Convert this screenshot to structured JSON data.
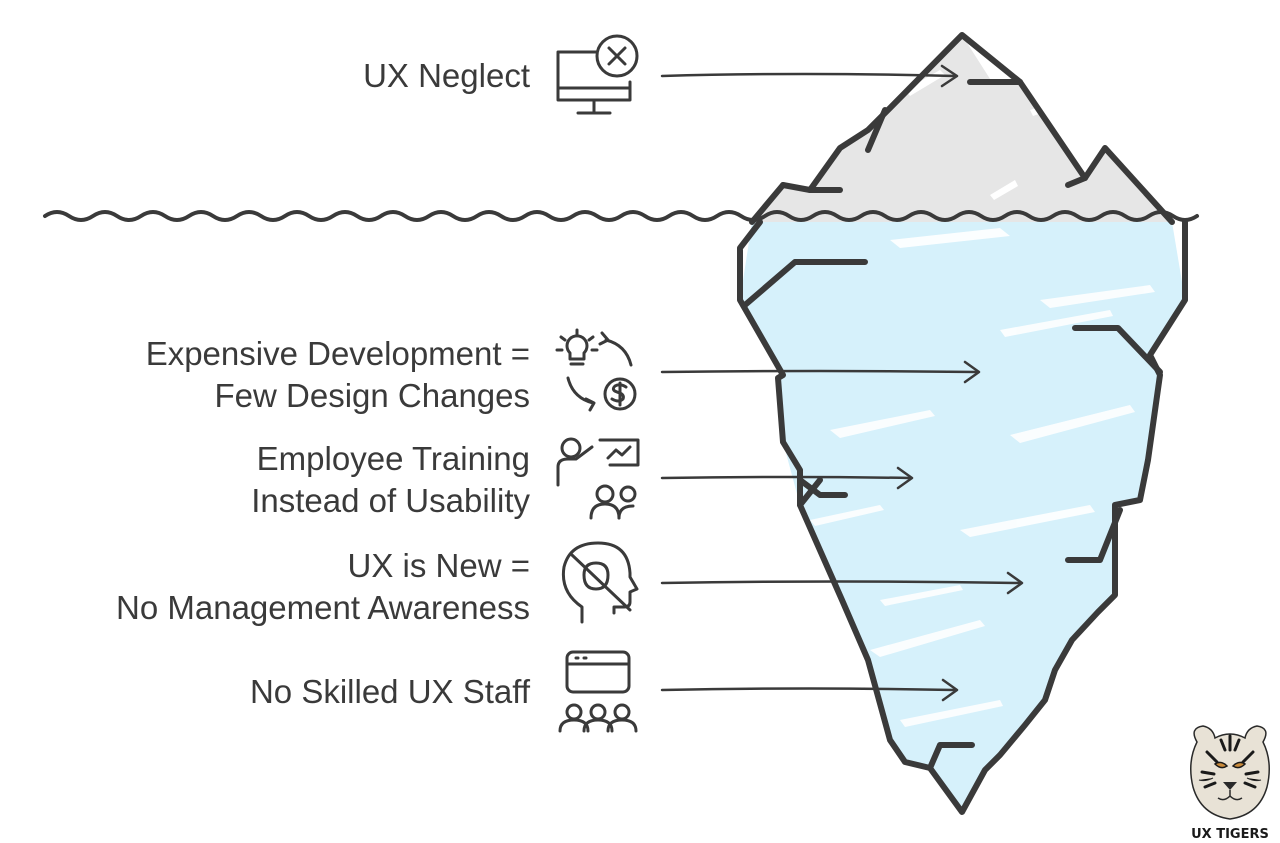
{
  "items": [
    {
      "lines": [
        "UX Neglect"
      ],
      "icon": "monitor-error-icon"
    },
    {
      "lines": [
        "Expensive Development =",
        "Few Design Changes"
      ],
      "icon": "idea-cost-cycle-icon"
    },
    {
      "lines": [
        "Employee Training",
        "Instead of Usability"
      ],
      "icon": "trainer-presentation-icon"
    },
    {
      "lines": [
        "UX is New =",
        "No Management Awareness"
      ],
      "icon": "brain-no-thought-icon"
    },
    {
      "lines": [
        "No Skilled UX Staff"
      ],
      "icon": "team-browser-icon"
    }
  ],
  "brand": {
    "name": "UX TIGERS",
    "logo_icon": "tiger-head-icon"
  },
  "colors": {
    "ink": "#3a3a3a",
    "ice_tip": "#e8e8e8",
    "ice_water": "#d6f1fb",
    "highlight": "#ffffff"
  }
}
